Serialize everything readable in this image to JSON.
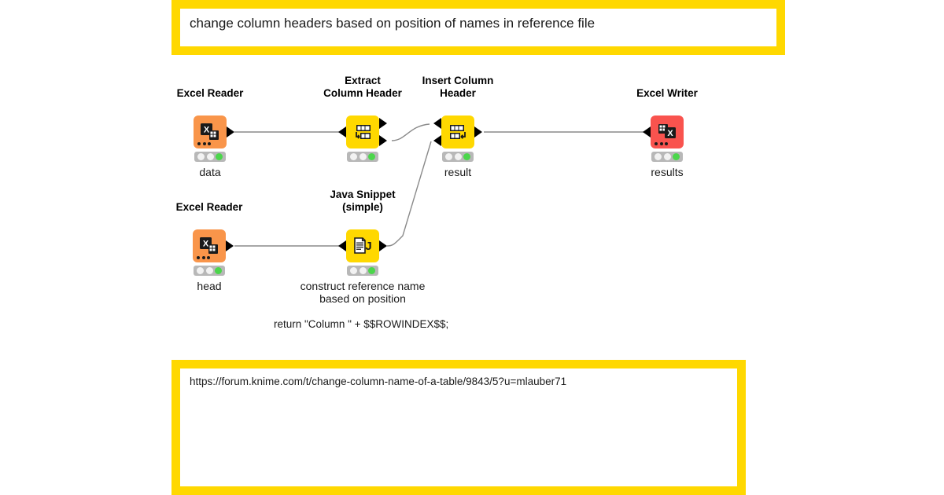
{
  "annotations": {
    "title": {
      "text": "change column headers based on position of names in reference file"
    },
    "link": {
      "text": "https://forum.knime.com/t/change-column-name-of-a-table/9843/5?u=mlauber71"
    },
    "code_note": {
      "text": "return \"Column \" + $$ROWINDEX$$;"
    }
  },
  "nodes": [
    {
      "id": "excel-reader-data",
      "title": "Excel Reader",
      "label": "data",
      "icon": "excel-reader-icon",
      "color": "#F9954A",
      "status": [
        "idle",
        "idle",
        "executed"
      ]
    },
    {
      "id": "extract-column-header",
      "title": "Extract\nColumn Header",
      "title_lines": [
        "Extract",
        "Column Header"
      ],
      "label": "",
      "icon": "extract-column-header-icon",
      "color": "#FFD800",
      "status": [
        "idle",
        "idle",
        "executed"
      ]
    },
    {
      "id": "insert-column-header",
      "title_lines": [
        "Insert Column",
        "Header"
      ],
      "label": "result",
      "icon": "insert-column-header-icon",
      "color": "#FFD800",
      "status": [
        "idle",
        "idle",
        "executed"
      ]
    },
    {
      "id": "excel-writer-results",
      "title_lines": [
        "Excel Writer"
      ],
      "label": "results",
      "icon": "excel-writer-icon",
      "color": "#F9534E",
      "status": [
        "idle",
        "idle",
        "executed"
      ]
    },
    {
      "id": "excel-reader-head",
      "title_lines": [
        "Excel Reader"
      ],
      "label": "head",
      "icon": "excel-reader-icon",
      "color": "#F9954A",
      "status": [
        "idle",
        "idle",
        "executed"
      ]
    },
    {
      "id": "java-snippet-simple",
      "title_lines": [
        "Java Snippet",
        "(simple)"
      ],
      "label_lines": [
        "construct  reference name",
        "based on position"
      ],
      "icon": "java-snippet-icon",
      "color": "#FFD800",
      "status": [
        "idle",
        "idle",
        "executed"
      ]
    }
  ],
  "node_titles": {
    "excel_reader_1_line1": "Excel Reader",
    "extract_line1": "Extract",
    "extract_line2": "Column Header",
    "insert_line1": "Insert Column",
    "insert_line2": "Header",
    "writer_line1": "Excel Writer",
    "excel_reader_2_line1": "Excel Reader",
    "java_line1": "Java Snippet",
    "java_line2": "(simple)"
  },
  "node_labels": {
    "data": "data",
    "result": "result",
    "results": "results",
    "head": "head",
    "java_line1": "construct  reference name",
    "java_line2": "based on position"
  },
  "colors": {
    "annotation_border": "#FFD800",
    "node_orange": "#F9954A",
    "node_yellow": "#FFD800",
    "node_red": "#F9534E",
    "status_bar": "#b8b8b8",
    "status_green": "#4BD64B",
    "connection_line": "#8a8a8a",
    "canvas_background": "#FFFFFF"
  }
}
